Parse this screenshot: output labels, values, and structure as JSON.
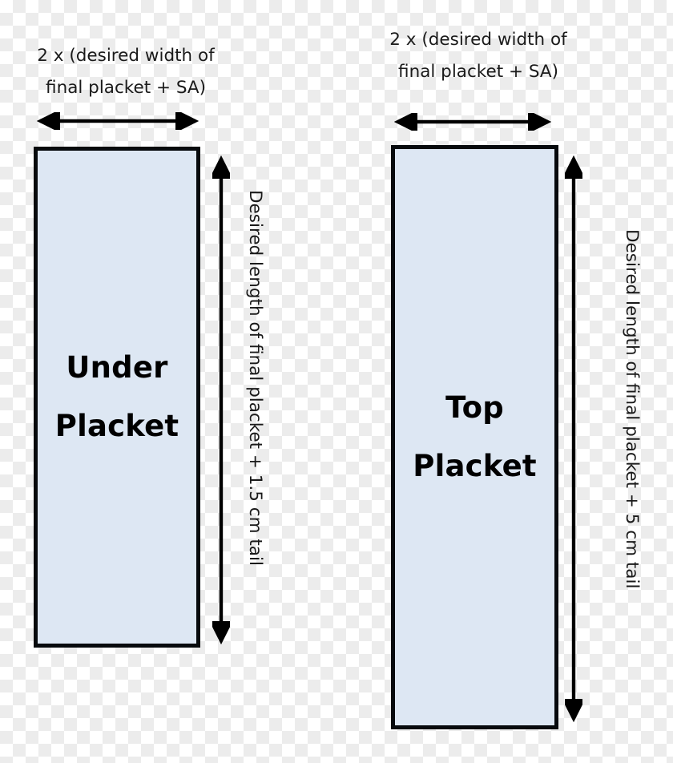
{
  "diagram": {
    "title": "Shirt placket cutting diagram",
    "background": "transparent-checkerboard",
    "box_fill_color": "#dde7f3",
    "box_border_color": "#070a0d",
    "text_color": "#1a1a1a"
  },
  "under_placket": {
    "box_label": "Under\nPlacket",
    "width_caption": "2 x (desired width of\nfinal placket + SA)",
    "length_caption": "Desired length of final placket + 1.5 cm tail",
    "width_arrow_name": "double-headed-horizontal-arrow",
    "length_arrow_name": "double-headed-vertical-arrow"
  },
  "top_placket": {
    "box_label": "Top\nPlacket",
    "width_caption": "2 x (desired width of\nfinal placket + SA)",
    "length_caption": "Desired length of final placket + 5 cm tail",
    "width_arrow_name": "double-headed-horizontal-arrow",
    "length_arrow_name": "double-headed-vertical-arrow"
  }
}
